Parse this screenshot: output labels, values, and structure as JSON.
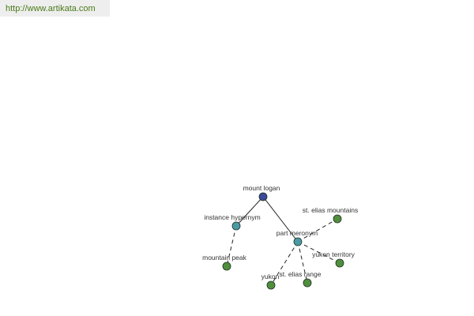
{
  "site_url": "http://www.artikata.com",
  "colors": {
    "root_node": "#3b4a9a",
    "relation_node": "#4a9aa6",
    "leaf_node": "#4f8f3f",
    "edge": "#222222",
    "url_text": "#4a7a1a"
  },
  "graph": {
    "nodes": [
      {
        "id": "root",
        "label": "mount logan",
        "kind": "root_node"
      },
      {
        "id": "hyp",
        "label": "instance hypernym",
        "kind": "relation_node"
      },
      {
        "id": "mero",
        "label": "part meronym",
        "kind": "relation_node"
      },
      {
        "id": "peak",
        "label": "mountain peak",
        "kind": "leaf_node"
      },
      {
        "id": "elias_mtns",
        "label": "st. elias mountains",
        "kind": "leaf_node"
      },
      {
        "id": "yukon_terr",
        "label": "yukon territory",
        "kind": "leaf_node"
      },
      {
        "id": "elias_range",
        "label": "st. elias range",
        "kind": "leaf_node"
      },
      {
        "id": "yukon",
        "label": "yukon",
        "kind": "leaf_node"
      }
    ],
    "edges": [
      {
        "from": "root",
        "to": "hyp",
        "style": "solid"
      },
      {
        "from": "root",
        "to": "mero",
        "style": "solid"
      },
      {
        "from": "hyp",
        "to": "peak",
        "style": "dashed"
      },
      {
        "from": "mero",
        "to": "elias_mtns",
        "style": "dashed"
      },
      {
        "from": "mero",
        "to": "yukon_terr",
        "style": "dashed"
      },
      {
        "from": "mero",
        "to": "elias_range",
        "style": "dashed"
      },
      {
        "from": "mero",
        "to": "yukon",
        "style": "dashed"
      }
    ]
  }
}
